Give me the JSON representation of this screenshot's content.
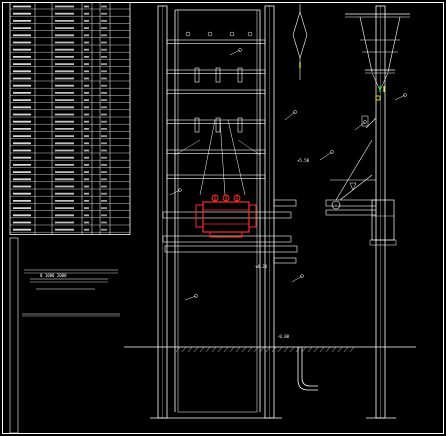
{
  "drawing": {
    "sheet_colors": {
      "background": "#000000",
      "line": "#ffffff",
      "accent_red": "#ff2a2a",
      "accent_yellow": "#ffff00",
      "accent_green": "#00ff00"
    },
    "level_marks": [
      "+4.20",
      "-0.00",
      "+5.50"
    ],
    "scale_label": "0    1000   2000"
  }
}
